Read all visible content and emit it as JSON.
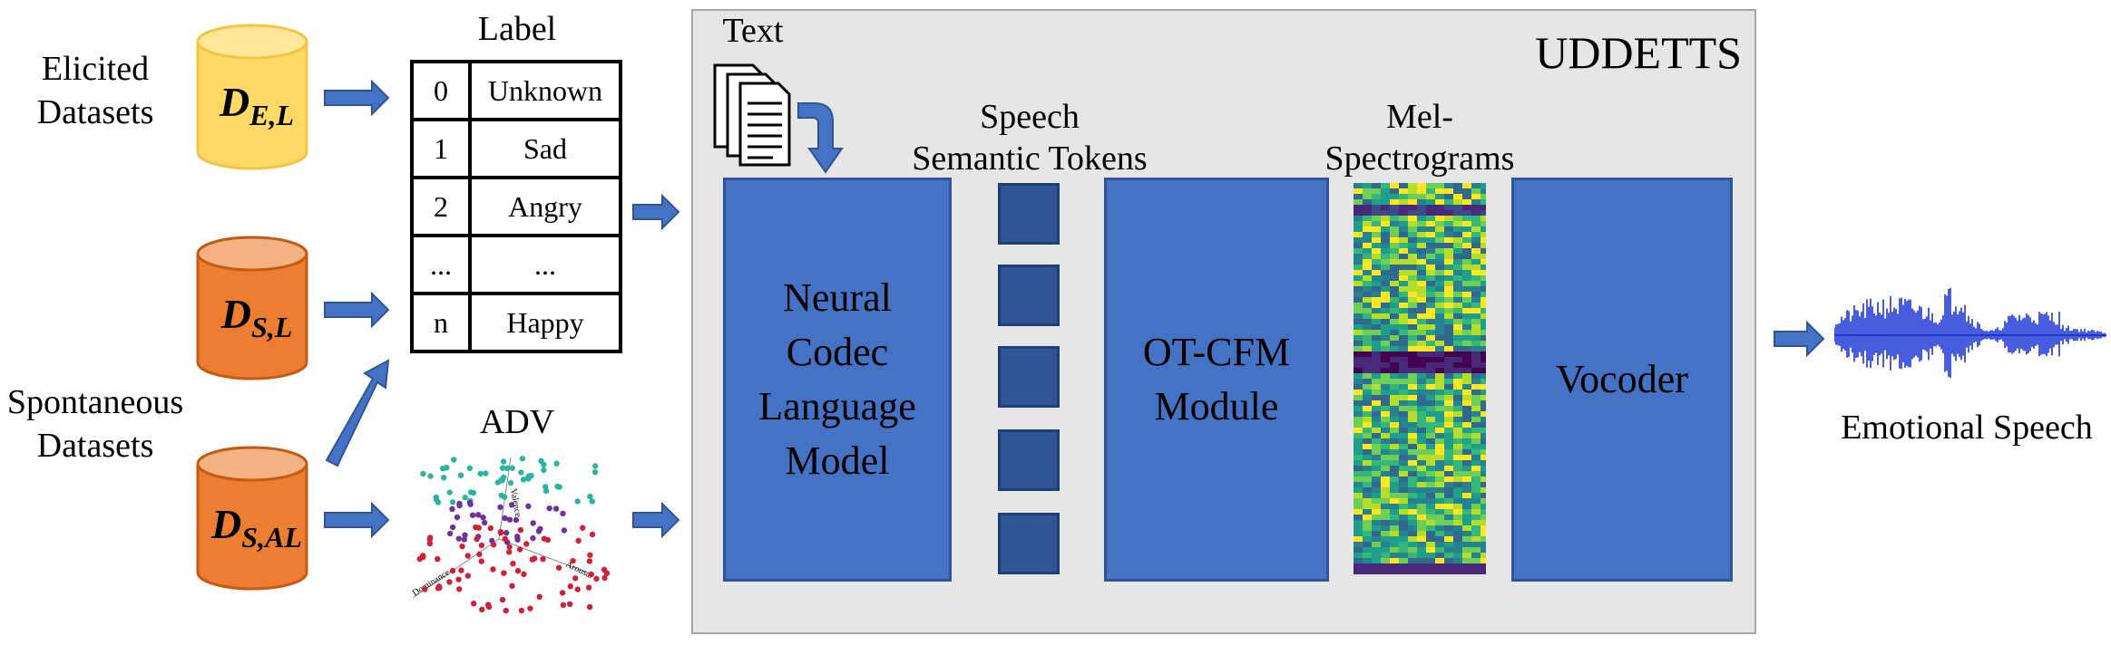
{
  "datasets": {
    "elicited_label": [
      "Elicited",
      "Datasets"
    ],
    "spontaneous_label": [
      "Spontaneous",
      "Datasets"
    ],
    "db_el": {
      "main": "D",
      "sub": "E,L",
      "color": "#ffd966"
    },
    "db_sl": {
      "main": "D",
      "sub": "S,L",
      "color": "#ed7d31"
    },
    "db_sal": {
      "main": "D",
      "sub": "S,AL",
      "color": "#ed7d31"
    }
  },
  "label_table": {
    "title": "Label",
    "rows": [
      {
        "idx": "0",
        "name": "Unknown"
      },
      {
        "idx": "1",
        "name": "Sad"
      },
      {
        "idx": "2",
        "name": "Angry"
      },
      {
        "idx": "...",
        "name": "..."
      },
      {
        "idx": "n",
        "name": "Happy"
      }
    ]
  },
  "adv": {
    "title": "ADV",
    "axis_labels": {
      "valence": "Valence",
      "arousal": "Arousal",
      "dominance": "Dominance"
    }
  },
  "uddetts": {
    "title": "UDDETTS",
    "text_label": "Text",
    "tokens_label": [
      "Speech",
      "Semantic Tokens"
    ],
    "mel_label": [
      "Mel-",
      "Spectrograms"
    ],
    "lm_block": [
      "Neural",
      "Codec",
      "Language",
      "Model"
    ],
    "cfm_block": [
      "OT-CFM",
      "Module"
    ],
    "vocoder_block": "Vocoder",
    "panel_color": "#e7e6e6",
    "block_color": "#4472c4"
  },
  "output": {
    "label": "Emotional Speech"
  }
}
